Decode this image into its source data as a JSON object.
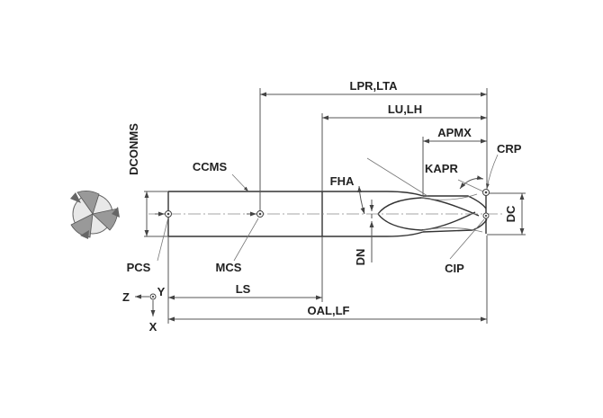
{
  "labels": {
    "lpr": "LPR,LTA",
    "lu": "LU,LH",
    "apmx": "APMX",
    "crp": "CRP",
    "kapr": "KAPR",
    "dconms": "DCONMS",
    "ccms": "CCMS",
    "fha": "FHA",
    "dc": "DC",
    "pcs": "PCS",
    "mcs": "MCS",
    "dn": "DN",
    "cip": "CIP",
    "ls": "LS",
    "oal": "OAL,LF",
    "axis_z": "Z",
    "axis_y": "Y",
    "axis_x": "X"
  },
  "colors": {
    "line": "#333333",
    "dimension": "#555555",
    "text": "#222222",
    "insert": "#888888"
  }
}
